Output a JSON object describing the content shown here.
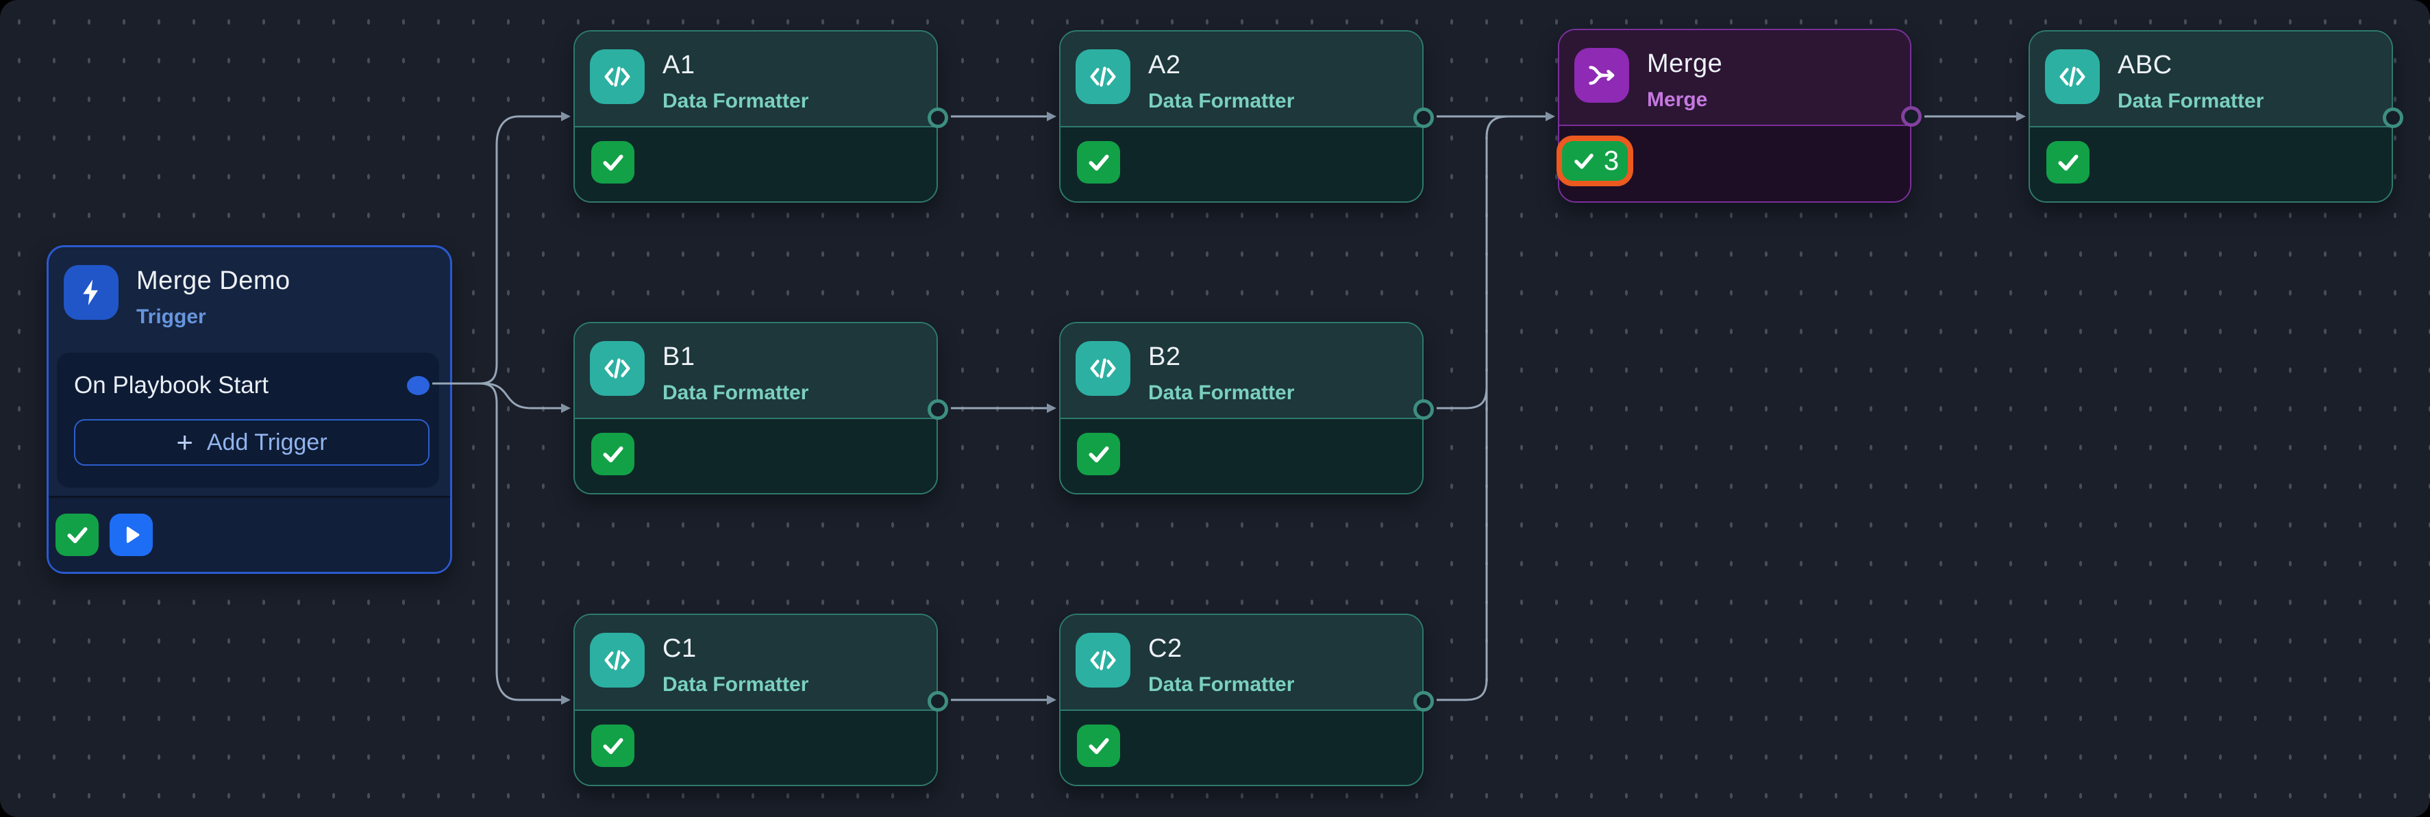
{
  "app": {
    "view_name": "playbook-graph-canvas"
  },
  "trigger_node": {
    "title": "Merge Demo",
    "subtitle": "Trigger",
    "trigger_item_label": "On Playbook Start",
    "plus_glyph": "+",
    "add_trigger_label": "Add Trigger"
  },
  "nodes": [
    {
      "title": "A1",
      "subtitle": "Data Formatter"
    },
    {
      "title": "A2",
      "subtitle": "Data Formatter"
    },
    {
      "title": "B1",
      "subtitle": "Data Formatter"
    },
    {
      "title": "B2",
      "subtitle": "Data Formatter"
    },
    {
      "title": "C1",
      "subtitle": "Data Formatter"
    },
    {
      "title": "C2",
      "subtitle": "Data Formatter"
    },
    {
      "title": "ABC",
      "subtitle": "Data Formatter"
    }
  ],
  "merge_node": {
    "title": "Merge",
    "subtitle": "Merge",
    "success_count": "3"
  },
  "colors": {
    "teal_accent": "#2cb0a2",
    "purple_accent": "#8e2ab4",
    "blue_accent": "#2a63dd",
    "green_status": "#12a147",
    "orange_highlight": "#ec5a20",
    "edge": "#97a6b7"
  }
}
